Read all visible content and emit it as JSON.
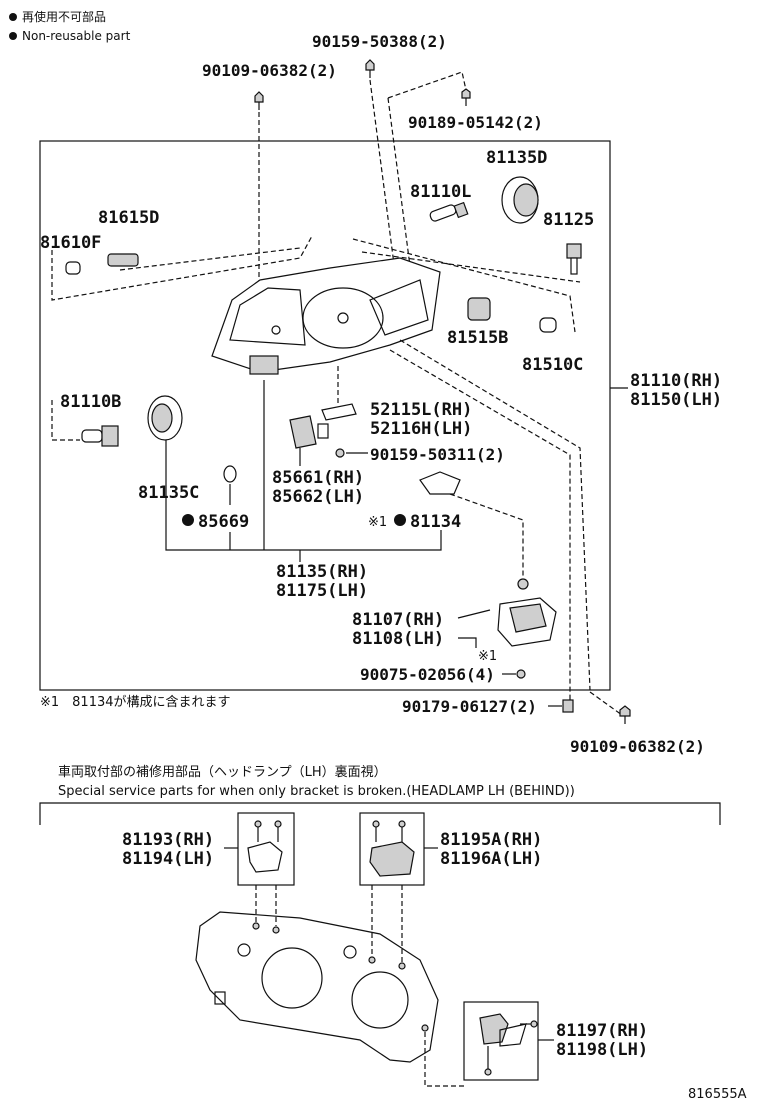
{
  "legend": {
    "jp": "再使用不可部品",
    "en": "Non-reusable part"
  },
  "labels": {
    "p90159_50388": "90159-50388(2)",
    "p90109_06382_top": "90109-06382(2)",
    "p90189_05142": "90189-05142(2)",
    "p81135D": "81135D",
    "p81110L": "81110L",
    "p81125": "81125",
    "p81615D": "81615D",
    "p81610F": "81610F",
    "p81515B": "81515B",
    "p81510C": "81510C",
    "p81110RH": "81110(RH)",
    "p81150LH": "81150(LH)",
    "p81110B": "81110B",
    "p52115L": "52115L(RH)",
    "p52116H": "52116H(LH)",
    "p90159_50311": "90159-50311(2)",
    "p85661": "85661(RH)",
    "p85662": "85662(LH)",
    "p81135C": "81135C",
    "p85669": "85669",
    "p81134": "81134",
    "p81134_mark": "※1",
    "p81135RH": "81135(RH)",
    "p81175LH": "81175(LH)",
    "p81107": "81107(RH)",
    "p81108": "81108(LH)",
    "p81108_mark": "※1",
    "p90075": "90075-02056(4)",
    "p90179": "90179-06127(2)",
    "p90109_06382_bot": "90109-06382(2)",
    "p81193": "81193(RH)",
    "p81194": "81194(LH)",
    "p81195A": "81195A(RH)",
    "p81196A": "81196A(LH)",
    "p81197": "81197(RH)",
    "p81198": "81198(LH)"
  },
  "notes": {
    "footnote": "※1　81134が構成に含まれます",
    "section_jp": "車両取付部の補修用部品（ヘッドランプ（LH）裏面視）",
    "section_en": "Special service parts for when only bracket is broken.(HEADLAMP LH (BEHIND))"
  },
  "figure_id": "816555A"
}
